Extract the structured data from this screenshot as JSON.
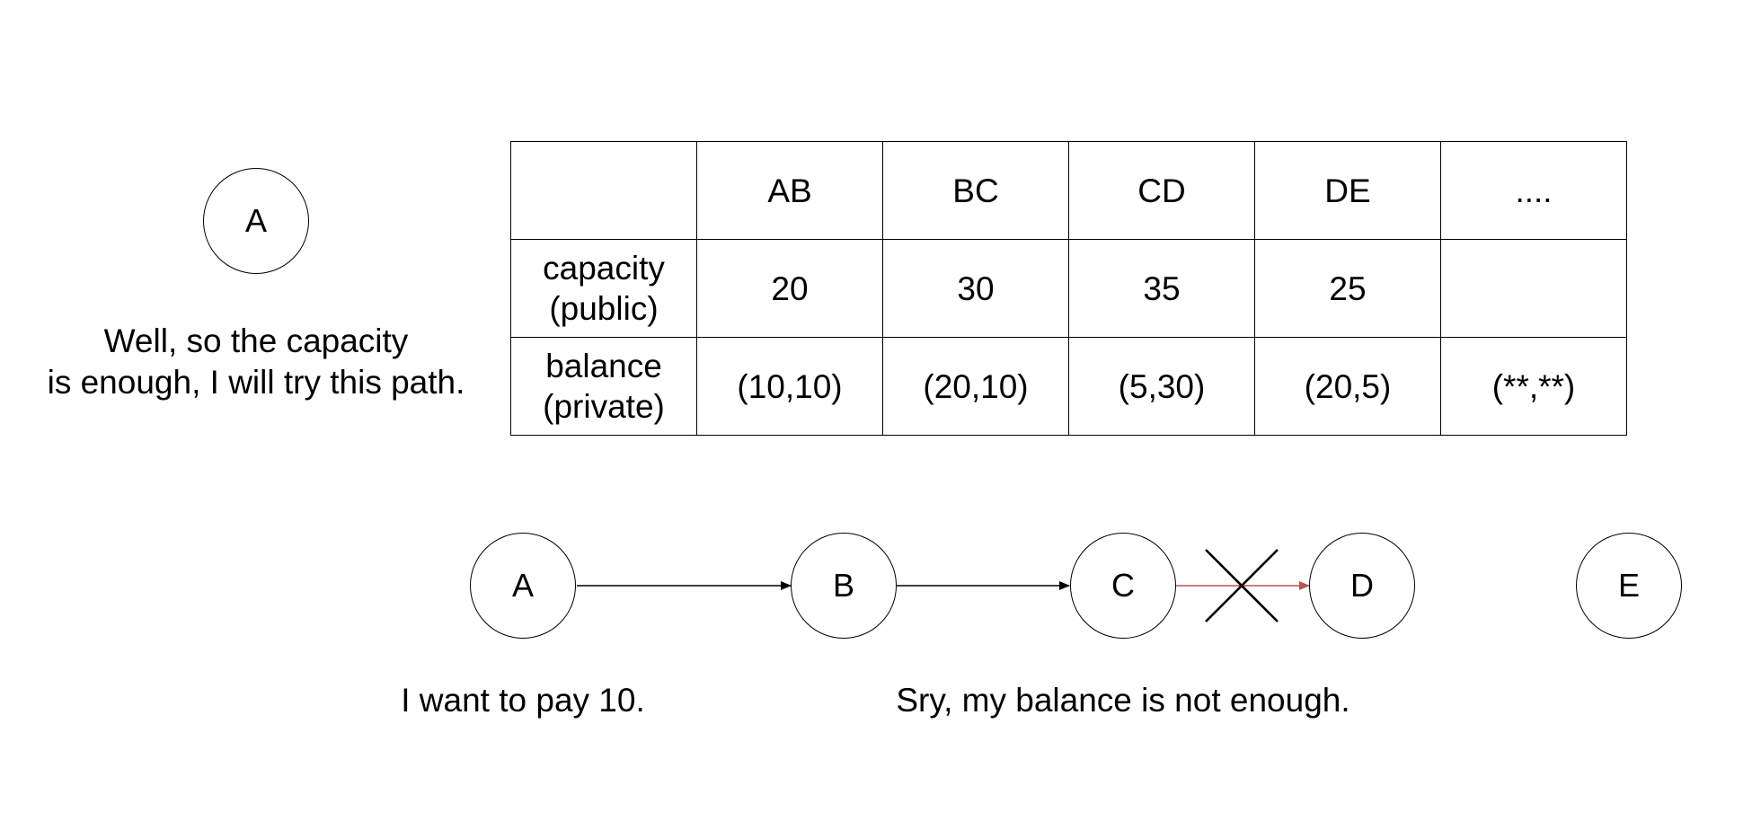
{
  "top_node": {
    "label": "A"
  },
  "top_caption": {
    "line1": "Well, so the capacity",
    "line2": "is enough, I will try this path."
  },
  "table": {
    "header": [
      "",
      "AB",
      "BC",
      "CD",
      "DE",
      "...."
    ],
    "rows": [
      {
        "label": "capacity\n(public)",
        "cells": [
          "20",
          "30",
          "35",
          "25",
          ""
        ]
      },
      {
        "label": "balance\n(private)",
        "cells": [
          "(10,10)",
          "(20,10)",
          "(5,30)",
          "(20,5)",
          "(**,**)"
        ]
      }
    ]
  },
  "path": {
    "nodes": [
      "A",
      "B",
      "C",
      "D",
      "E"
    ],
    "edges": [
      {
        "from": "A",
        "to": "B",
        "color": "#000000",
        "blocked": false
      },
      {
        "from": "B",
        "to": "C",
        "color": "#000000",
        "blocked": false
      },
      {
        "from": "C",
        "to": "D",
        "color": "#b85450",
        "blocked": true
      }
    ]
  },
  "captions": {
    "left": "I want to pay 10.",
    "right": "Sry, my balance is not enough."
  }
}
